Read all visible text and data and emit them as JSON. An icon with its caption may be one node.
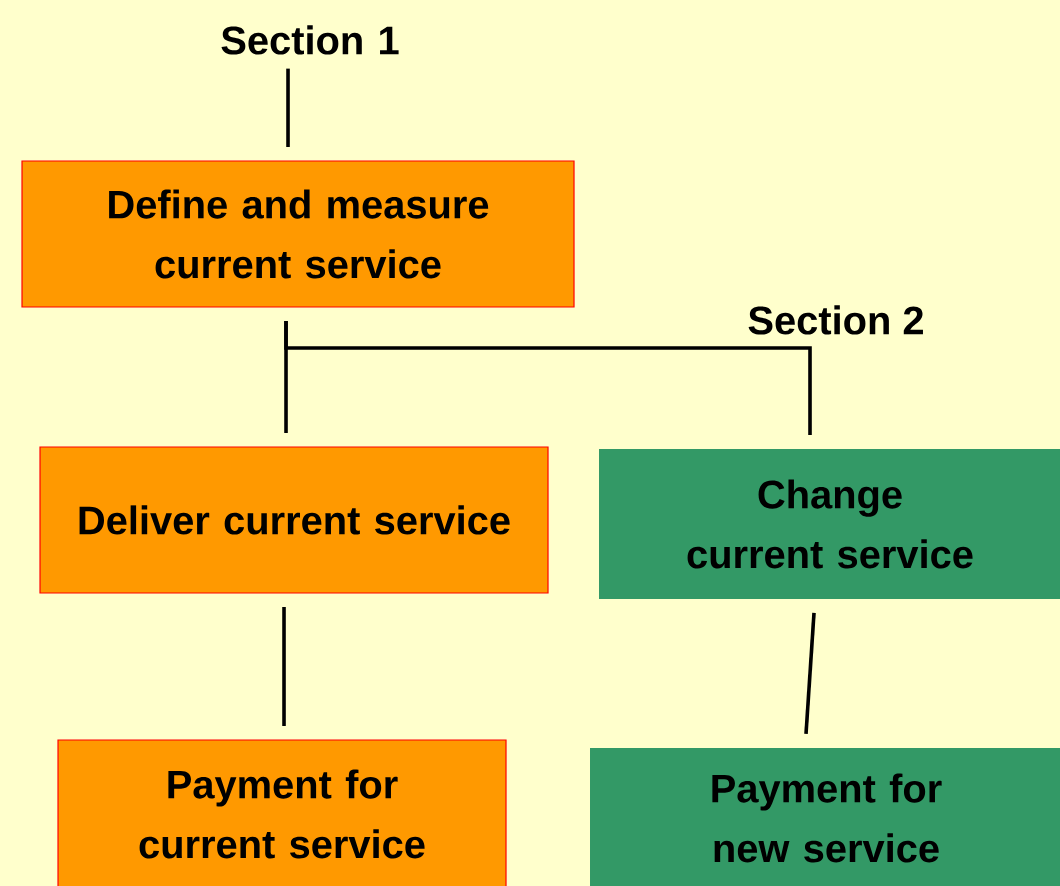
{
  "diagram": {
    "nodes": [
      {
        "text": [
          "Section 1"
        ]
      },
      {
        "text": [
          "Define and measure current service"
        ]
      },
      {
        "text": [
          "Deliver current service"
        ]
      },
      {
        "text": [
          "Change current service"
        ]
      },
      {
        "text": [
          "Payment for current service"
        ]
      },
      {
        "text": [
          "Payment for new service"
        ]
      }
    ],
    "edges": [
      {
        "from": 0,
        "to": 1,
        "arrow": "none"
      },
      {
        "from": 1,
        "to": 2,
        "arrow": "none"
      },
      {
        "from": 1,
        "to": 3,
        "arrow": "none"
      },
      {
        "from": 2,
        "to": 4,
        "arrow": "none"
      },
      {
        "from": 3,
        "to": 5,
        "arrow": "none"
      }
    ],
    "labels": [
      "Section 2"
    ]
  }
}
